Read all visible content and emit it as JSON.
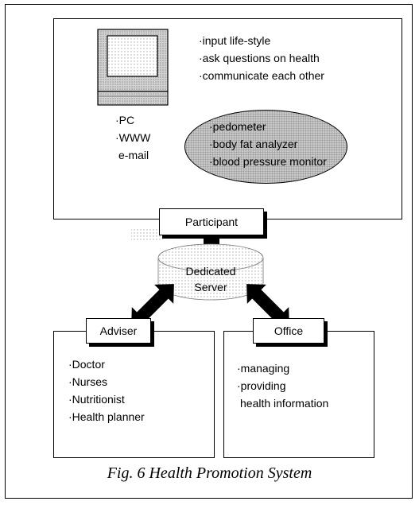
{
  "participant_panel": {
    "activities": [
      "·input life-style",
      "·ask questions on health",
      "·communicate each other"
    ],
    "pc_list": [
      "·PC",
      "·WWW",
      "e-mail"
    ],
    "devices": [
      "·pedometer",
      "·body fat analyzer",
      "·blood pressure monitor"
    ],
    "label": "Participant"
  },
  "server": {
    "line1": "Dedicated",
    "line2": "Server"
  },
  "adviser_panel": {
    "label": "Adviser",
    "items": [
      "·Doctor",
      "·Nurses",
      "·Nutritionist",
      "·Health planner"
    ]
  },
  "office_panel": {
    "label": "Office",
    "items": [
      "·managing",
      "·providing",
      "health information"
    ]
  },
  "caption": "Fig. 6 Health Promotion System"
}
